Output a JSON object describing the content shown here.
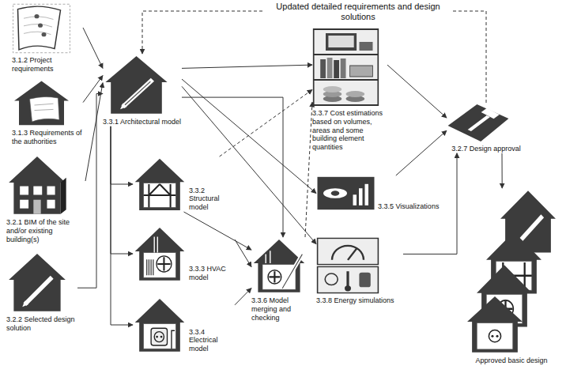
{
  "diagram": {
    "nodes": [
      {
        "text": [
          "3.1.2 Project requirements"
        ]
      },
      {
        "text": [
          "3.1.3 Requirements of the authorities"
        ]
      },
      {
        "text": [
          "3.2.1 BIM of the site and/or existing building(s)"
        ]
      },
      {
        "text": [
          "3.2.2 Selected design solution"
        ]
      },
      {
        "text": [
          "3.3.1 Architectural model"
        ]
      },
      {
        "text": [
          "3.3.2 Structural model"
        ]
      },
      {
        "text": [
          "3.3.3 HVAC model"
        ]
      },
      {
        "text": [
          "3.3.4 Electrical model"
        ]
      },
      {
        "text": [
          "3.3.6 Model merging and checking"
        ]
      },
      {
        "text": [
          "3.3.7 Cost estimations based on volumes, areas and some building element quantities"
        ]
      },
      {
        "text": [
          "3.3.5 Visualizations"
        ]
      },
      {
        "text": [
          "3.3.8 Energy simulations"
        ]
      },
      {
        "text": [
          "3.2.7 Design approval"
        ]
      },
      {
        "text": [
          "Approved basic design"
        ]
      }
    ],
    "edges": [
      {
        "from": 0,
        "to": 4,
        "arrow": "to"
      },
      {
        "from": 1,
        "to": 4,
        "arrow": "to"
      },
      {
        "from": 2,
        "to": 4,
        "arrow": "to"
      },
      {
        "from": 3,
        "to": 4,
        "arrow": "to"
      },
      {
        "from": 4,
        "to": 5,
        "arrow": "to"
      },
      {
        "from": 4,
        "to": 6,
        "arrow": "to"
      },
      {
        "from": 4,
        "to": 7,
        "arrow": "to"
      },
      {
        "from": 4,
        "to": 8,
        "arrow": "to"
      },
      {
        "from": 4,
        "to": 9,
        "arrow": "to"
      },
      {
        "from": 4,
        "to": 10,
        "arrow": "to"
      },
      {
        "from": 4,
        "to": 11,
        "arrow": "to"
      },
      {
        "from": 5,
        "to": 8,
        "arrow": "to"
      },
      {
        "from": 6,
        "to": 8,
        "arrow": "to"
      },
      {
        "from": 7,
        "to": 8,
        "arrow": "to"
      },
      {
        "from": 5,
        "to": 9,
        "arrow": "to"
      },
      {
        "from": 8,
        "to": 9,
        "arrow": "to"
      },
      {
        "from": 9,
        "to": 12,
        "arrow": "to"
      },
      {
        "from": 10,
        "to": 12,
        "arrow": "to"
      },
      {
        "from": 11,
        "to": 12,
        "arrow": "to"
      },
      {
        "from": 12,
        "to": 13,
        "arrow": "to"
      },
      {
        "from": 12,
        "to": 4,
        "label": "Updated detailed requirements and design solutions",
        "arrow": "to"
      }
    ]
  }
}
